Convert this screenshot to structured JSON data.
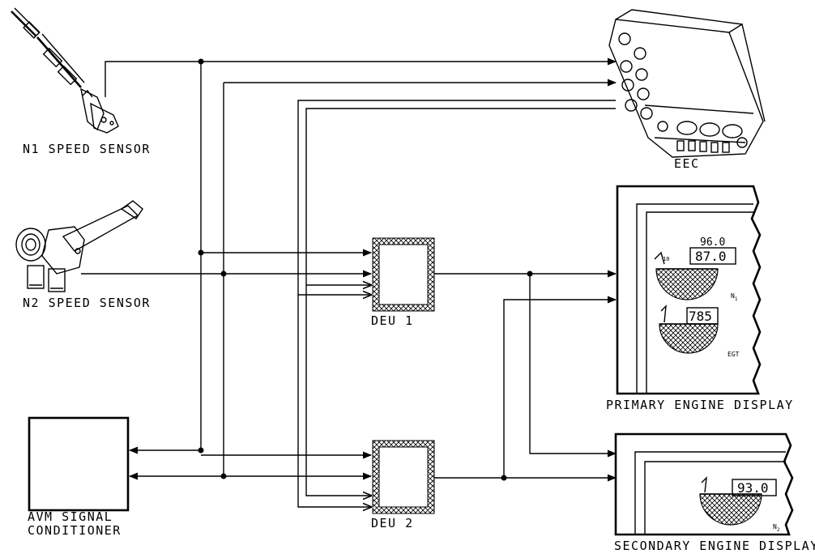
{
  "components": {
    "n1_sensor": {
      "label": "N1 SPEED SENSOR"
    },
    "n2_sensor": {
      "label": "N2 SPEED SENSOR"
    },
    "eec": {
      "label": "EEC"
    },
    "deu1": {
      "label": "DEU 1"
    },
    "deu2": {
      "label": "DEU 2"
    },
    "avm": {
      "label_line1": "AVM SIGNAL",
      "label_line2": "CONDITIONER"
    },
    "primary_display": {
      "label": "PRIMARY ENGINE DISPLAY",
      "n1_target": "96.0",
      "n1_value": "87.0",
      "n1_tick": "10",
      "n1_param": "N",
      "n1_param_sub": "1",
      "egt_value": "785",
      "egt_param": "EGT"
    },
    "secondary_display": {
      "label": "SECONDARY ENGINE DISPLAY",
      "n2_value": "93.0",
      "n2_param": "N",
      "n2_param_sub": "2"
    }
  }
}
